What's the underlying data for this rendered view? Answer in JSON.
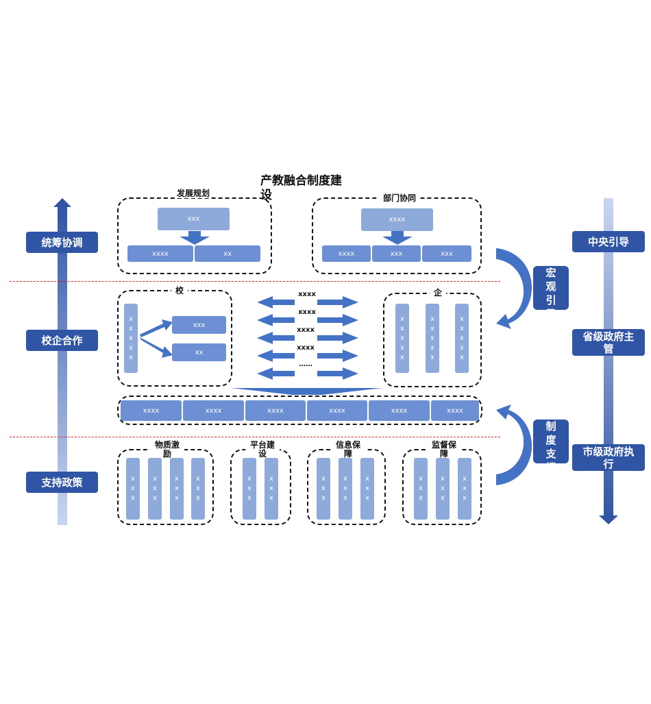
{
  "title": "产教融合制度建设",
  "left_axis": {
    "items": [
      "统筹协调",
      "校企合作",
      "支持政策"
    ]
  },
  "right_axis": {
    "items": [
      "中央引导",
      "省级政府主管",
      "市级政府执行"
    ]
  },
  "badges": {
    "macro": "宏观引导",
    "system": "制度支撑"
  },
  "top": {
    "plan": {
      "caption": "发展规划",
      "head": "xxx",
      "cells": [
        "xxxx",
        "xx"
      ]
    },
    "dept": {
      "caption": "部门协同",
      "head": "xxxx",
      "cells": [
        "xxxx",
        "xxx",
        "xxx"
      ]
    }
  },
  "middle": {
    "school": {
      "caption": "校",
      "column": "xxxxx",
      "targets": [
        "xxx",
        "xx"
      ]
    },
    "enterprise": {
      "caption": "企",
      "columns": [
        "xxxxx",
        "xxxxx",
        "xxxxx"
      ]
    },
    "exchange": [
      "xxxx",
      "xxxx",
      "xxxx",
      "xxxx",
      "……"
    ],
    "row": [
      "xxxx",
      "xxxx",
      "xxxx",
      "xxxx",
      "xxxx",
      "xxxx"
    ]
  },
  "bottom": [
    {
      "caption": "物质激励",
      "columns": [
        "xxx",
        "xxx",
        "xxx",
        "xxx"
      ]
    },
    {
      "caption": "平台建设",
      "columns": [
        "xxx",
        "xxx"
      ]
    },
    {
      "caption": "信息保障",
      "columns": [
        "xxx",
        "xxx",
        "xxx"
      ]
    },
    {
      "caption": "监督保障",
      "columns": [
        "xxx",
        "xxx",
        "xxx"
      ]
    }
  ],
  "colors": {
    "dark": "#2f55a4",
    "mid": "#6d8fd4",
    "light": "#8eaadb",
    "red": "#e02020"
  }
}
